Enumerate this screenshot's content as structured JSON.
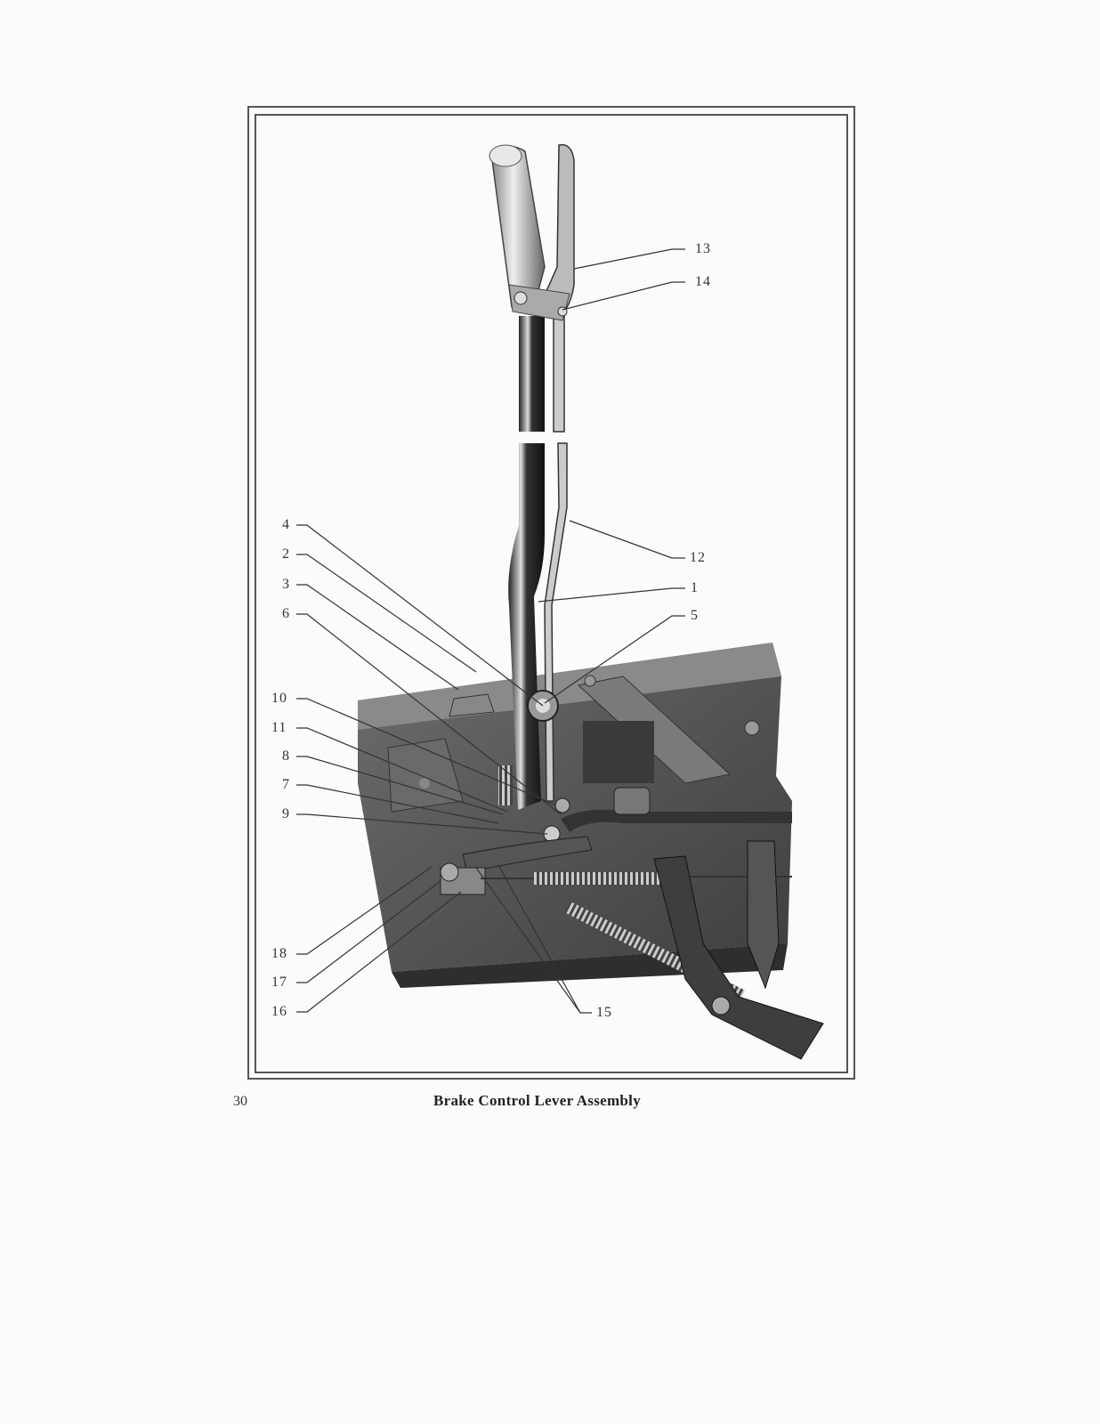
{
  "page": {
    "page_number": "30",
    "caption": "Brake Control Lever Assembly"
  },
  "figure": {
    "subject": "brake control lever assembly illustration",
    "callouts": [
      {
        "id": "13",
        "side": "right"
      },
      {
        "id": "14",
        "side": "right"
      },
      {
        "id": "12",
        "side": "right"
      },
      {
        "id": "1",
        "side": "right"
      },
      {
        "id": "5",
        "side": "right"
      },
      {
        "id": "4",
        "side": "left"
      },
      {
        "id": "2",
        "side": "left"
      },
      {
        "id": "3",
        "side": "left"
      },
      {
        "id": "6",
        "side": "left"
      },
      {
        "id": "10",
        "side": "left"
      },
      {
        "id": "11",
        "side": "left"
      },
      {
        "id": "8",
        "side": "left"
      },
      {
        "id": "7",
        "side": "left"
      },
      {
        "id": "9",
        "side": "left"
      },
      {
        "id": "18",
        "side": "left"
      },
      {
        "id": "17",
        "side": "left"
      },
      {
        "id": "16",
        "side": "left"
      },
      {
        "id": "15",
        "side": "bottom"
      }
    ]
  }
}
